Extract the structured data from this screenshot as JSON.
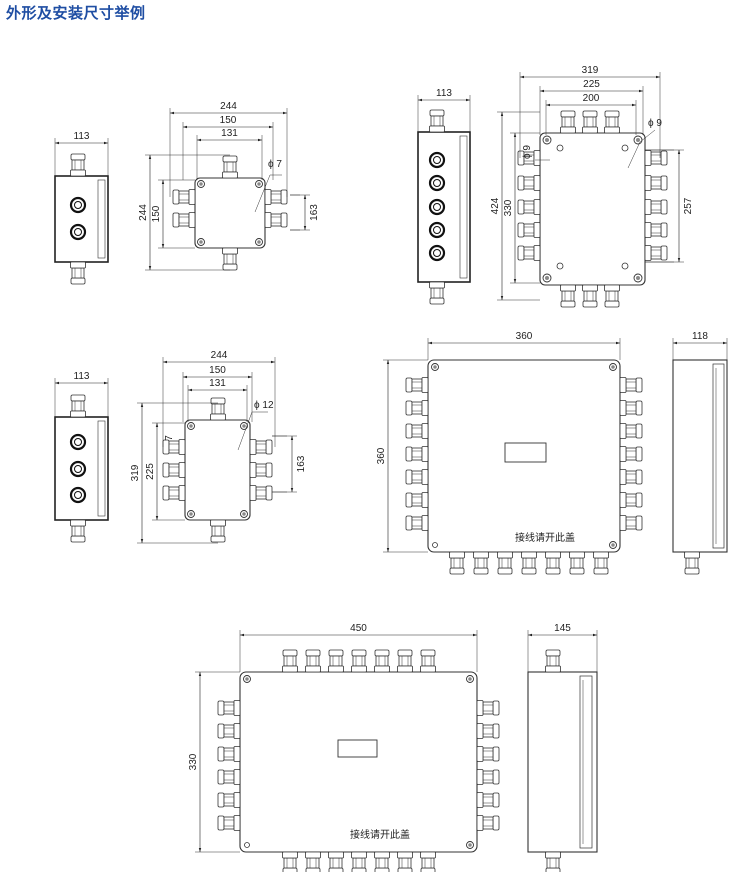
{
  "title": "外形及安装尺寸举例",
  "drawings": [
    {
      "name": "side-view-small-2-button",
      "dims": [
        "113"
      ]
    },
    {
      "name": "top-view-244",
      "dims": [
        "244",
        "150",
        "131",
        "244",
        "150",
        "163",
        "ϕ 7"
      ]
    },
    {
      "name": "side-view-5-button",
      "dims": [
        "113"
      ]
    },
    {
      "name": "top-view-319",
      "dims": [
        "319",
        "225",
        "200",
        "424",
        "330",
        "257",
        "ϕ 9",
        "ϕ 9"
      ]
    },
    {
      "name": "side-view-small-3-button",
      "dims": [
        "113"
      ]
    },
    {
      "name": "top-view-319-narrow",
      "dims": [
        "244",
        "150",
        "131",
        "319",
        "225",
        "163",
        "ϕ 12",
        "7"
      ]
    },
    {
      "name": "top-view-360",
      "dims": [
        "360",
        "360"
      ]
    },
    {
      "name": "side-view-118",
      "dims": [
        "118"
      ]
    },
    {
      "name": "top-view-450",
      "dims": [
        "450",
        "330"
      ]
    },
    {
      "name": "side-view-145",
      "dims": [
        "145"
      ]
    }
  ],
  "notes": {
    "open_cover_1": "接线请开此盖",
    "open_cover_2": "接线请开此盖"
  },
  "colors": {
    "title": "#1f4ea3",
    "line": "#333333"
  }
}
